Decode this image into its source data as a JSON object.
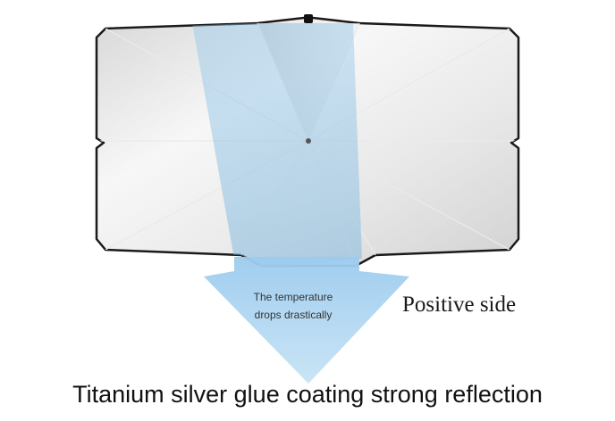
{
  "product": {
    "shade_name": "windshield-sun-shade-umbrella",
    "arrow_text_line1": "The temperature",
    "arrow_text_line2": "drops drastically",
    "side_label": "Positive side",
    "caption": "Titanium silver glue coating strong reflection"
  },
  "colors": {
    "shade_outline": "#1a1a1a",
    "shade_fill_light": "#f4f4f4",
    "shade_fill_dark": "#c9c9c9",
    "ray_blue": "#8fc3e6",
    "arrow_blue": "#a9d2ee",
    "spoke": "#e6e6e6"
  }
}
